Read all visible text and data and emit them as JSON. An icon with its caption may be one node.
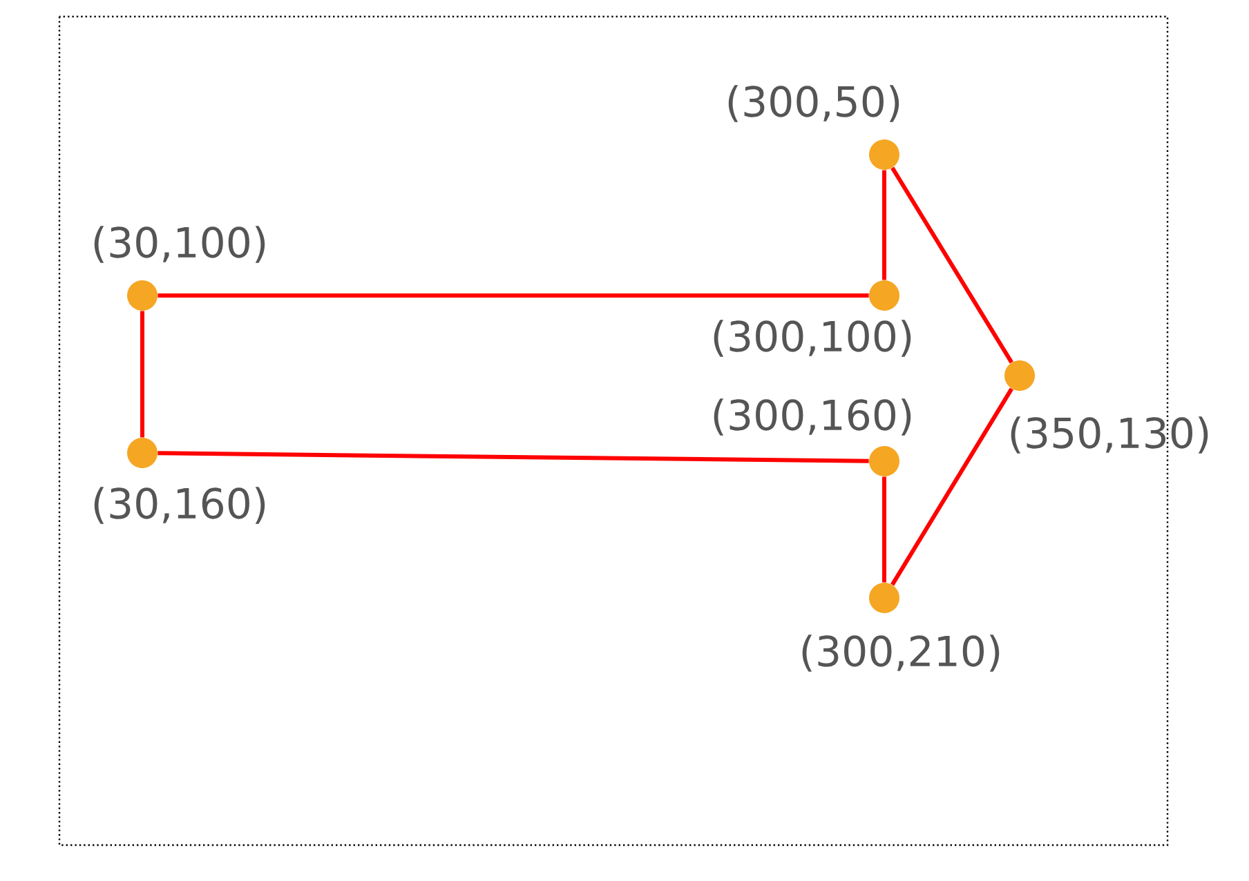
{
  "diagram": {
    "nodes": [
      {
        "text": [],
        "shape": "circle",
        "beside": [
          "(30,100)"
        ]
      },
      {
        "text": [],
        "shape": "circle",
        "beside": [
          "(30,160)"
        ]
      },
      {
        "text": [],
        "shape": "circle",
        "beside": [
          "(300,50)"
        ]
      },
      {
        "text": [],
        "shape": "circle",
        "beside": [
          "(300,100)"
        ]
      },
      {
        "text": [],
        "shape": "circle",
        "beside": [
          "(300,160)"
        ]
      },
      {
        "text": [],
        "shape": "circle",
        "beside": [
          "(300,210)"
        ]
      },
      {
        "text": [],
        "shape": "circle",
        "beside": [
          "(350,130)"
        ]
      }
    ],
    "edges": [
      {
        "from": 0,
        "to": 3,
        "arrow": "none",
        "color": "#ff0000"
      },
      {
        "from": 0,
        "to": 1,
        "arrow": "none",
        "color": "#ff0000"
      },
      {
        "from": 1,
        "to": 4,
        "arrow": "none",
        "color": "#ff0000"
      },
      {
        "from": 3,
        "to": 2,
        "arrow": "none",
        "color": "#ff0000"
      },
      {
        "from": 2,
        "to": 6,
        "arrow": "none",
        "color": "#ff0000"
      },
      {
        "from": 6,
        "to": 5,
        "arrow": "none",
        "color": "#ff0000"
      },
      {
        "from": 5,
        "to": 4,
        "arrow": "none",
        "color": "#ff0000"
      }
    ]
  }
}
